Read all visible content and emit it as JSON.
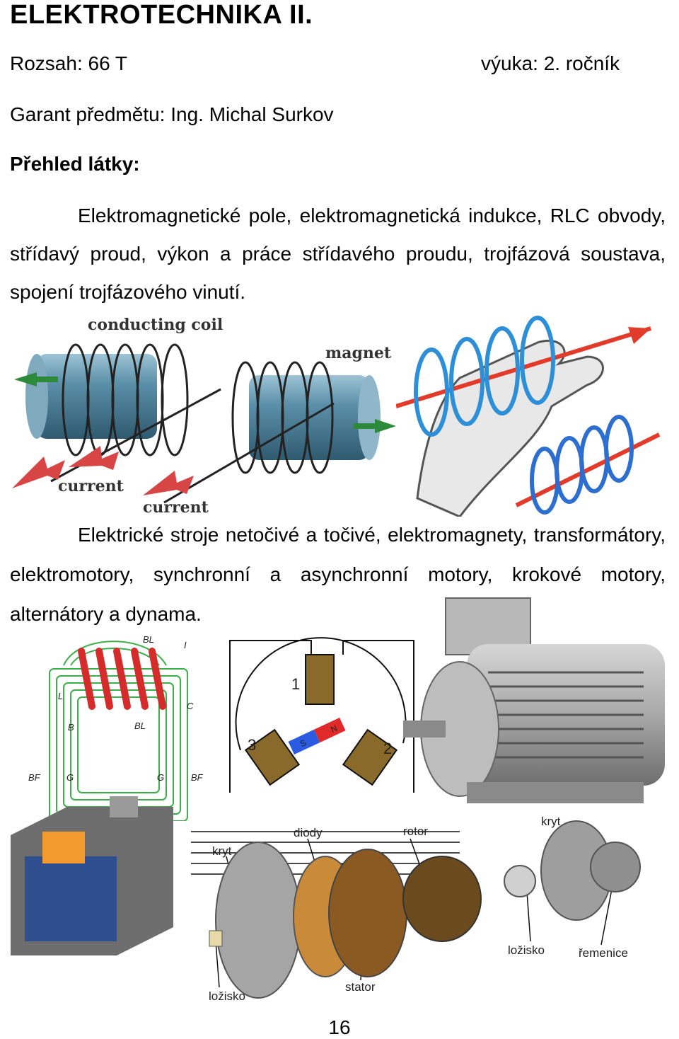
{
  "header": {
    "title": "ELEKTROTECHNIKA II.",
    "rozsah": "Rozsah: 66 T",
    "vyuka": "výuka: 2. ročník",
    "garant": "Garant předmětu: Ing. Michal Surkov"
  },
  "section": {
    "heading": "Přehled látky:",
    "paragraph1": "Elektromagnetické pole, elektromagnetická indukce, RLC obvody, střídavý proud, výkon a práce střídavého proudu, trojfázová soustava, spojení trojfázového vinutí.",
    "paragraph2": "Elektrické stroje netočivé a točivé, elektromagnety, transformátory, elektromotory, synchronní a asynchronní motory, krokové motory, alternátory a dynama."
  },
  "figure_coil": {
    "conducting_coil": "conducting coil",
    "magnet": "magnet",
    "current_left": "current",
    "current_right": "current"
  },
  "figure_transformer": {
    "bl_top": "BL",
    "i": "I",
    "l": "L",
    "c": "C",
    "b": "B",
    "bl_mid": "BL",
    "bf_left": "BF",
    "g_left": "G",
    "g_right": "G",
    "bf_right": "BF"
  },
  "figure_stepper": {
    "coil1": "1",
    "coil2": "2",
    "coil3": "3",
    "s": "S",
    "n": "N"
  },
  "figure_alternator": {
    "diody": "diody",
    "rotor": "rotor",
    "kryt_left": "kryt",
    "kryt_right": "kryt",
    "lozisko_right": "ložisko",
    "remenice": "řemenice",
    "stator": "stator",
    "lozisko_left": "ložisko"
  },
  "footer": {
    "page_number": "16"
  }
}
